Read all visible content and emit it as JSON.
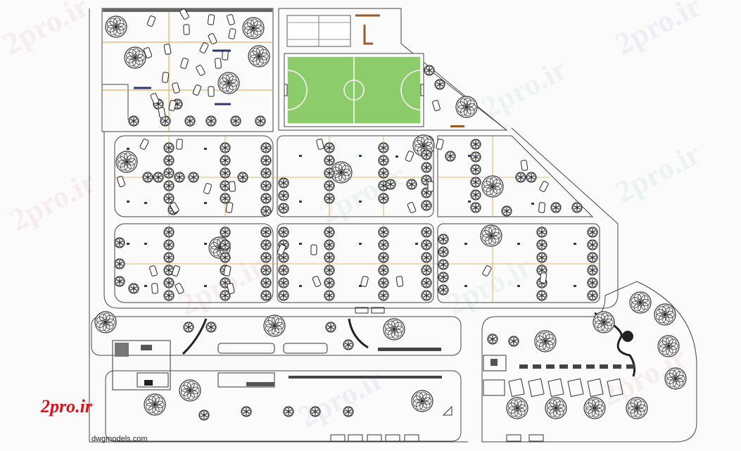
{
  "watermark": "2pro.ir",
  "logo": "2pro.ir",
  "credit": "dwgmodels.com",
  "colors": {
    "outline": "#333333",
    "field": "#8ccc6a",
    "field_lines": "#ffffff",
    "grid": "#e0a040",
    "tree": "#3a3a3a",
    "brown": "#9a5a2a",
    "logo": "#e0101a"
  },
  "icons": [
    "tree-symbol",
    "car-symbol",
    "bench-symbol",
    "triangle-marker"
  ]
}
